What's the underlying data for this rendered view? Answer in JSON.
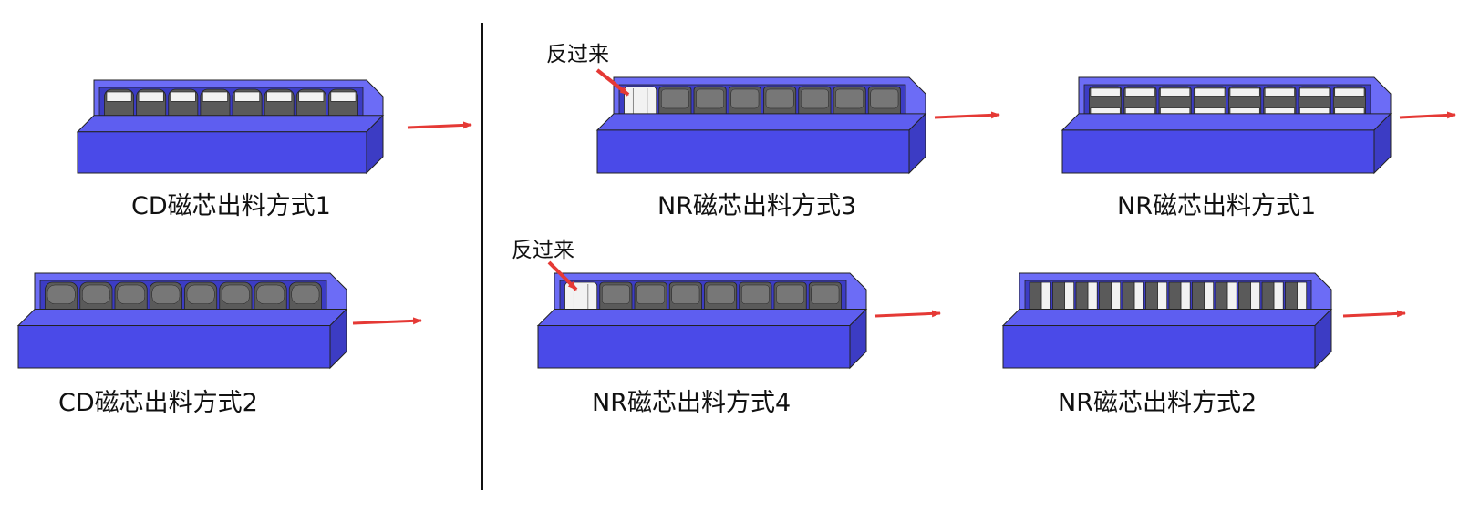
{
  "colors": {
    "rail_top": "#5e5ef0",
    "rail_front": "#4a4ae8",
    "rail_side": "#3c3cc4",
    "rail_light": "#6c6cf6",
    "core_dark": "#5a5a5a",
    "core_top": "#777777",
    "white_face": "#f2f2f2",
    "arrow": "#e53935",
    "divider": "#111111"
  },
  "figures": [
    {
      "id": "cd1",
      "caption": "CD磁芯出料方式1",
      "style": "cd-slots",
      "count": 8
    },
    {
      "id": "cd2",
      "caption": "CD磁芯出料方式2",
      "style": "cd-plain",
      "count": 8
    },
    {
      "id": "nr3",
      "caption": "NR磁芯出料方式3",
      "style": "nr-flipped-first",
      "count": 8,
      "note": "反过来"
    },
    {
      "id": "nr1",
      "caption": "NR磁芯出料方式1",
      "style": "nr-white-top",
      "count": 8
    },
    {
      "id": "nr4",
      "caption": "NR磁芯出料方式4",
      "style": "nr-side-first",
      "count": 8,
      "note": "反过来"
    },
    {
      "id": "nr2",
      "caption": "NR磁芯出料方式2",
      "style": "nr-vertical",
      "count": 12
    }
  ]
}
